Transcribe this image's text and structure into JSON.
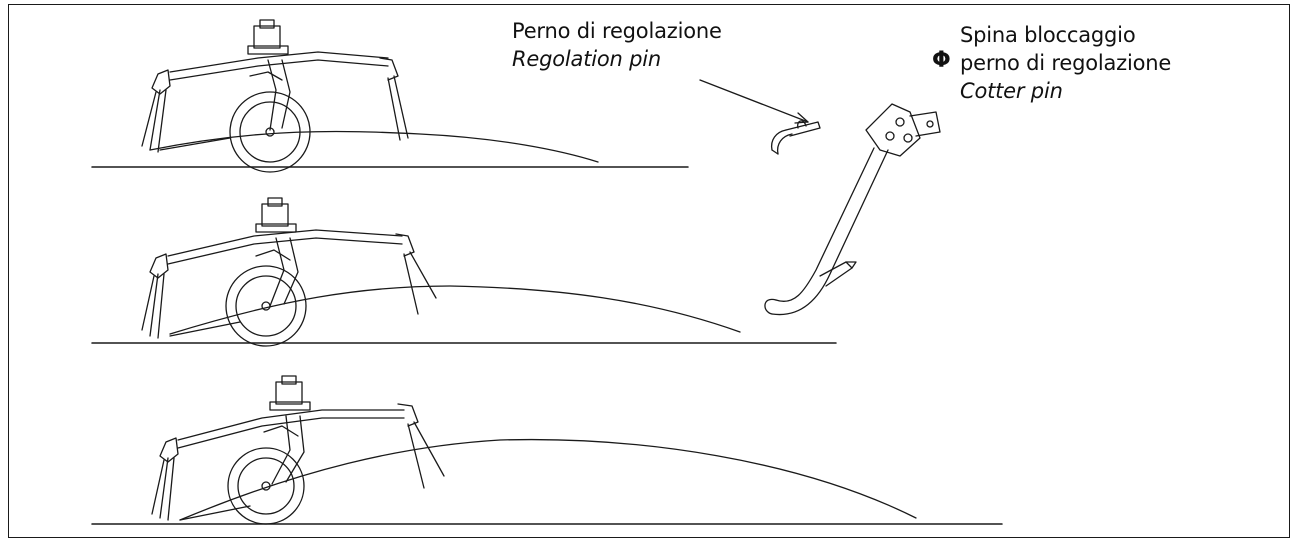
{
  "labels": {
    "adjust_pin_it": "Perno di regolazione",
    "adjust_pin_en": "Regolation pin",
    "cotter_pin_it_line1": "Spina bloccaggio",
    "cotter_pin_it_line2": "perno di regolazione",
    "cotter_pin_en": "Cotter pin"
  },
  "icons": {
    "cotter_symbol": "Φ"
  }
}
